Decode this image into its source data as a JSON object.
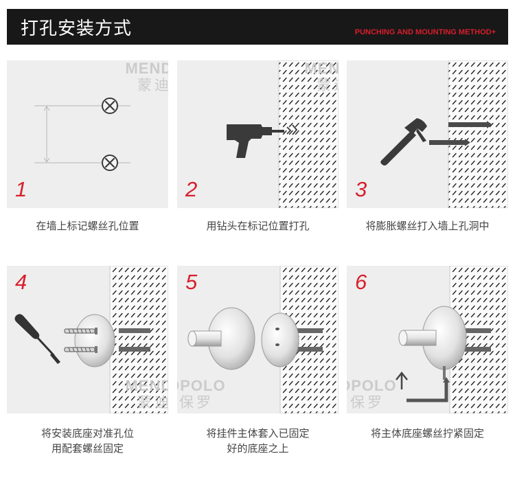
{
  "header": {
    "title": "打孔安装方式",
    "subtitle": "PUNCHING AND MOUNTING METHOD+"
  },
  "watermark": {
    "brand_en": "MENDPOLO",
    "brand_cn": "蒙迪保罗"
  },
  "steps": [
    {
      "number": "1",
      "caption_lines": [
        "在墙上标记螺丝孔位置"
      ]
    },
    {
      "number": "2",
      "caption_lines": [
        "用钻头在标记位置打孔"
      ]
    },
    {
      "number": "3",
      "caption_lines": [
        "将膨胀螺丝打入墙上孔洞中"
      ]
    },
    {
      "number": "4",
      "caption_lines": [
        "将安装底座对准孔位",
        "用配套螺丝固定"
      ]
    },
    {
      "number": "5",
      "caption_lines": [
        "将挂件主体套入已固定",
        "好的底座之上"
      ]
    },
    {
      "number": "6",
      "caption_lines": [
        "将主体底座螺丝拧紧固定"
      ]
    }
  ],
  "colors": {
    "accent": "#d81e2c",
    "header_bg": "#181818",
    "panel_bg": "#eeeeee",
    "wall_dash": "#222222",
    "tool": "#3a3a3a"
  },
  "icons": [
    "screw-mark-icon",
    "drill-icon",
    "hammer-icon",
    "screwdriver-icon",
    "screw-icon",
    "up-arrow-icon"
  ]
}
